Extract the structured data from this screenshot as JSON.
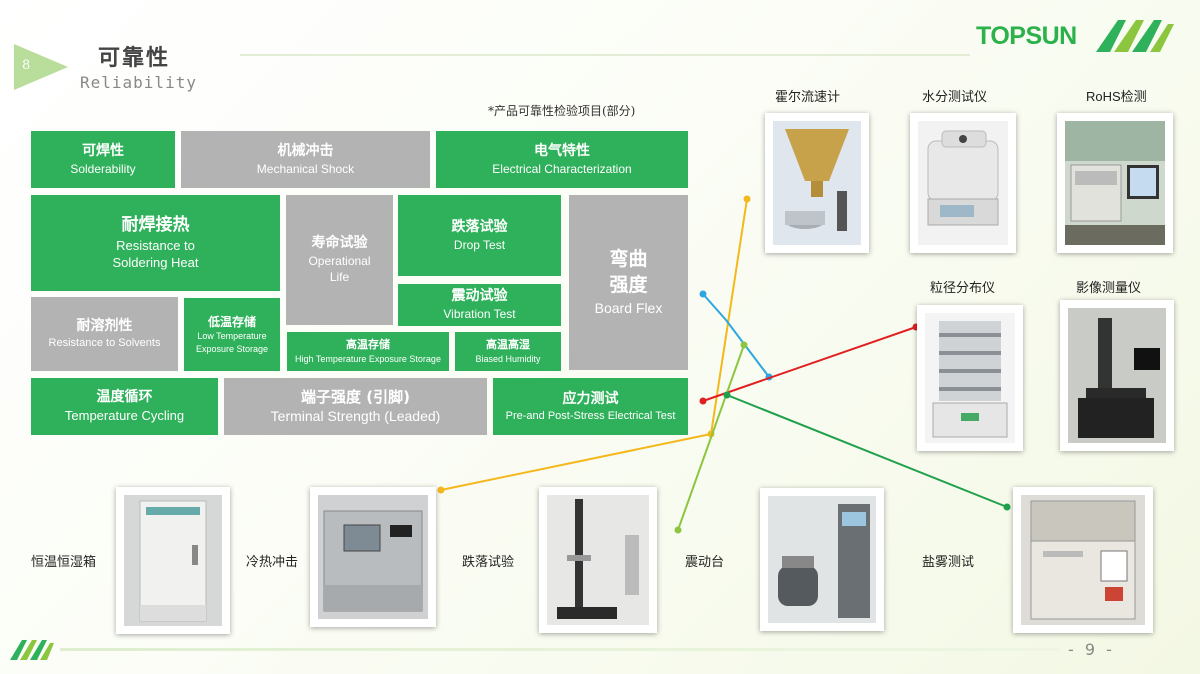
{
  "header": {
    "page_badge": "8",
    "title_cn": "可靠性",
    "title_en": "Reliability",
    "brand": "TOPSUN",
    "note": "*产品可靠性检验项目(部分)"
  },
  "tests": {
    "solderability": {
      "cn": "可焊性",
      "en": "Solderability"
    },
    "mechanical_shock": {
      "cn": "机械冲击",
      "en": "Mechanical Shock"
    },
    "electrical": {
      "cn": "电气特性",
      "en": "Electrical Characterization"
    },
    "resistance_heat": {
      "cn": "耐焊接热",
      "en1": "Resistance to",
      "en2": "Soldering Heat"
    },
    "operational_life": {
      "cn": "寿命试验",
      "en1": "Operational",
      "en2": "Life"
    },
    "drop_test": {
      "cn": "跌落试验",
      "en": "Drop Test"
    },
    "board_flex": {
      "cn1": "弯曲",
      "cn2": "强度",
      "en": "Board Flex"
    },
    "vibration": {
      "cn": "震动试验",
      "en": "Vibration Test"
    },
    "solvents": {
      "cn": "耐溶剂性",
      "en": "Resistance to Solvents"
    },
    "low_temp": {
      "cn": "低温存储",
      "en1": "Low Temperature",
      "en2": "Exposure Storage"
    },
    "high_temp": {
      "cn": "高温存储",
      "en": "High Temperature Exposure Storage"
    },
    "humidity": {
      "cn": "高温高湿",
      "en": "Biased Humidity"
    },
    "temp_cycling": {
      "cn": "温度循环",
      "en": "Temperature Cycling"
    },
    "terminal_strength": {
      "cn": "端子强度 (引脚)",
      "en": "Terminal Strength (Leaded)"
    },
    "stress_test": {
      "cn": "应力测试",
      "en": "Pre-and Post-Stress Electrical Test"
    }
  },
  "equipment": {
    "hall_flow": "霍尔流速计",
    "moisture": "水分测试仪",
    "rohs": "RoHS检测",
    "particle": "粒径分布仪",
    "image_measure": "影像测量仪",
    "chamber": "恒温恒湿箱",
    "thermal_shock": "冷热冲击",
    "drop": "跌落试验",
    "shaker": "震动台",
    "salt_spray": "盐雾测试"
  },
  "footer": {
    "page": "- 9 -"
  },
  "colors": {
    "green": "#2eb15a",
    "gray": "#b3b3b3",
    "yellow_line": "#f4b81c",
    "blue_line": "#2ea7e0",
    "red_line": "#e02020",
    "lime_line": "#8cc63f",
    "green_line": "#1fa04a"
  }
}
